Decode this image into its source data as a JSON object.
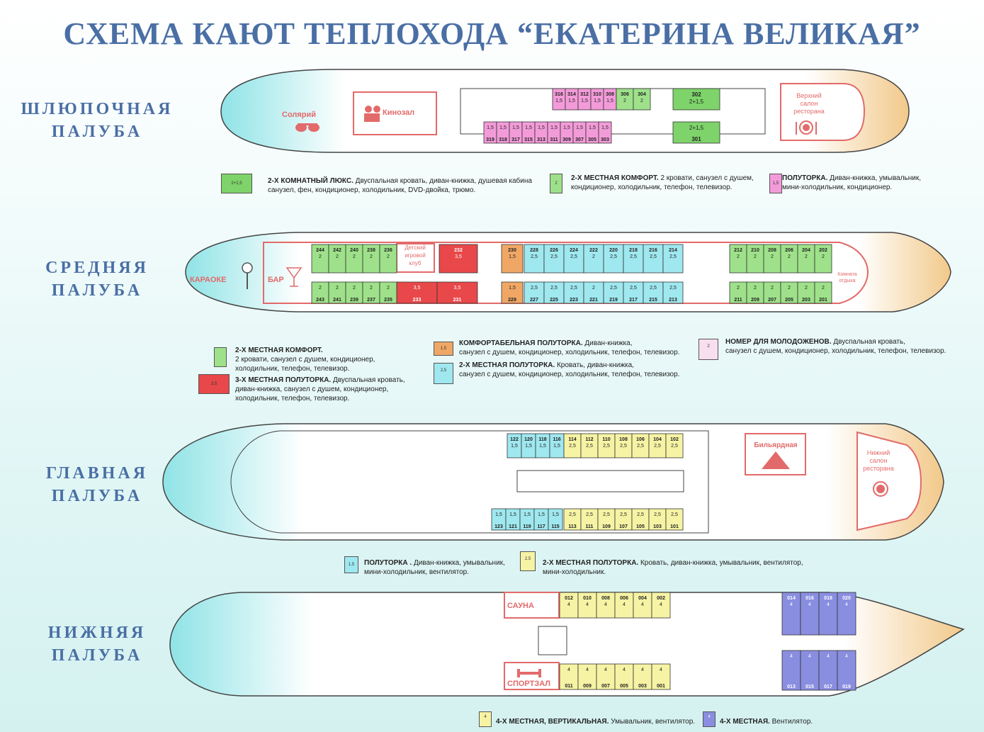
{
  "title": "СХЕМА КАЮТ ТЕПЛОХОДА “ЕКАТЕРИНА ВЕЛИКАЯ”",
  "colors": {
    "lux_green": "#7ed36a",
    "comfort_green": "#9ee18a",
    "half_pink": "#f39bd9",
    "comfort_half_orange": "#f0a765",
    "triple_red": "#e8484a",
    "half_cyan": "#9fe8ef",
    "newlywed_pink": "#f7dff0",
    "yellow": "#f6f3a4",
    "purple": "#8a8ee0",
    "hull_red": "#e36a6a",
    "hull_dark": "#333333"
  },
  "decks": {
    "boat": {
      "name_line1": "ШЛЮПОЧНАЯ",
      "name_line2": "ПАЛУБА",
      "labels": {
        "solarium": "Солярий",
        "cinema": "Кинозал",
        "salon": [
          "Верхний",
          "салон",
          "ресторана"
        ]
      },
      "top_pink": [
        [
          "316",
          "1,5"
        ],
        [
          "314",
          "1,5"
        ],
        [
          "312",
          "1,5"
        ],
        [
          "310",
          "1,5"
        ],
        [
          "308",
          "1,5"
        ]
      ],
      "bottom_pink": [
        [
          "319",
          "1,5"
        ],
        [
          "318",
          "1,5"
        ],
        [
          "317",
          "1,5"
        ],
        [
          "315",
          "1,5"
        ],
        [
          "313",
          "1,5"
        ],
        [
          "311",
          "1,5"
        ],
        [
          "309",
          "1,5"
        ],
        [
          "307",
          "1,5"
        ],
        [
          "305",
          "1,5"
        ],
        [
          "303",
          "1,5"
        ]
      ],
      "comfort": [
        [
          "306",
          "2"
        ],
        [
          "304",
          "2"
        ]
      ],
      "lux": [
        [
          "302",
          "2+1,5"
        ],
        [
          "301",
          "2+1,5"
        ]
      ],
      "legend": {
        "lux_swatch": "2+1,5",
        "lux_bold": "2-Х КОМНАТНЫЙ ЛЮКС.",
        "lux_text": "Двуспальная кровать, диван-книжка, душевая кабина",
        "lux_text2": "санузел, фен, кондиционер, холодильник,  DVD-двойка, трюмо.",
        "comfort_swatch": "2",
        "comfort_bold": "2-Х МЕСТНАЯ КОМФОРТ.",
        "comfort_text": "2 кровати, санузел с душем,",
        "comfort_text2": "кондиционер, холодильник, телефон, телевизор.",
        "half_swatch": "1,5",
        "half_bold": "ПОЛУТОРКА.",
        "half_text": "Диван-книжка, умывальник,",
        "half_text2": "мини-холодильник, кондиционер."
      }
    },
    "middle": {
      "name_line1": "СРЕДНЯЯ",
      "name_line2": "ПАЛУБА",
      "labels": {
        "karaoke": "КАРАОКЕ",
        "bar": "БАР",
        "club": [
          "Детский",
          "игровой",
          "клуб"
        ],
        "rest": [
          "Комната",
          "отдыха"
        ]
      },
      "top_left": [
        [
          "244",
          "2"
        ],
        [
          "242",
          "2"
        ],
        [
          "240",
          "2"
        ],
        [
          "238",
          "2"
        ],
        [
          "236",
          "2"
        ]
      ],
      "bottom_left": [
        [
          "243",
          "2"
        ],
        [
          "241",
          "2"
        ],
        [
          "239",
          "2"
        ],
        [
          "237",
          "2"
        ],
        [
          "235",
          "2"
        ]
      ],
      "red_top": [
        "232",
        "3,5"
      ],
      "red_bottom": [
        [
          "233",
          "3,5"
        ],
        [
          "231",
          "3,5"
        ]
      ],
      "orange_top": [
        "230",
        "1,5"
      ],
      "orange_bottom": [
        "229",
        "1,5"
      ],
      "cyan_top": [
        [
          "228",
          "2,5"
        ],
        [
          "226",
          "2,5"
        ],
        [
          "224",
          "2,5"
        ],
        [
          "222",
          "2"
        ],
        [
          "220",
          "2,5"
        ],
        [
          "218",
          "2,5"
        ],
        [
          "216",
          "2,5"
        ],
        [
          "214",
          "2,5"
        ]
      ],
      "cyan_bottom": [
        [
          "227",
          "2,5"
        ],
        [
          "225",
          "2,5"
        ],
        [
          "223",
          "2,5"
        ],
        [
          "221",
          "2"
        ],
        [
          "219",
          "2,5"
        ],
        [
          "217",
          "2,5"
        ],
        [
          "215",
          "2,5"
        ],
        [
          "213",
          "2,5"
        ]
      ],
      "top_right": [
        [
          "212",
          "2"
        ],
        [
          "210",
          "2"
        ],
        [
          "208",
          "2"
        ],
        [
          "206",
          "2"
        ],
        [
          "204",
          "2"
        ],
        [
          "202",
          "2"
        ]
      ],
      "bottom_right": [
        [
          "211",
          "2"
        ],
        [
          "209",
          "2"
        ],
        [
          "207",
          "2"
        ],
        [
          "205",
          "2"
        ],
        [
          "203",
          "2"
        ],
        [
          "201",
          "2"
        ]
      ],
      "legend": {
        "comfort_bold": "2-Х МЕСТНАЯ КОМФОРТ.",
        "comfort_text": "2 кровати, санузел с душем, кондиционер,",
        "comfort_text2": "холодильник, телефон, телевизор.",
        "triple_swatch": "3,5",
        "triple_bold": "3-Х МЕСТНАЯ ПОЛУТОРКА.",
        "triple_text": "Двуспальная кровать,",
        "triple_text2": "диван-книжка, санузел с душем, кондиционер,",
        "triple_text3": "холодильник, телефон, телевизор.",
        "chalf_swatch": "1,5",
        "chalf_bold": "КОМФОРТАБЕЛЬНАЯ ПОЛУТОРКА.",
        "chalf_text": "Диван-книжка,",
        "chalf_text2": "санузел с душем, кондиционер, холодильник, телефон,  телевизор.",
        "dhalf_swatch": "2,5",
        "dhalf_bold": "2-Х МЕСТНАЯ ПОЛУТОРКА.",
        "dhalf_text": "Кровать, диван-книжка,",
        "dhalf_text2": "санузел с душем, кондиционер, холодильник, телефон, телевизор.",
        "newlywed_swatch": "2",
        "newlywed_bold": "НОМЕР ДЛЯ МОЛОДОЖЕНОВ.",
        "newlywed_text": "Двуспальная кровать,",
        "newlywed_text2": "санузел с душем, кондиционер, холодильник, телефон, телевизор."
      }
    },
    "main": {
      "name_line1": "ГЛАВНАЯ",
      "name_line2": "ПАЛУБА",
      "labels": {
        "billiard": "Бильярдная",
        "salon": [
          "Нижний",
          "салон",
          "ресторана"
        ]
      },
      "top_cyan": [
        [
          "122",
          "1,5"
        ],
        [
          "120",
          "1,5"
        ],
        [
          "118",
          "1,5"
        ],
        [
          "116",
          "1,5"
        ]
      ],
      "top_yellow": [
        [
          "114",
          "2,5"
        ],
        [
          "112",
          "2,5"
        ],
        [
          "110",
          "2,5"
        ],
        [
          "108",
          "2,5"
        ],
        [
          "106",
          "2,5"
        ],
        [
          "104",
          "2,5"
        ],
        [
          "102",
          "2,5"
        ]
      ],
      "bottom_cyan": [
        [
          "123",
          "1,5"
        ],
        [
          "121",
          "1,5"
        ],
        [
          "119",
          "1,5"
        ],
        [
          "117",
          "1,5"
        ],
        [
          "115",
          "1,5"
        ]
      ],
      "bottom_yellow": [
        [
          "113",
          "2,5"
        ],
        [
          "111",
          "2,5"
        ],
        [
          "109",
          "2,5"
        ],
        [
          "107",
          "2,5"
        ],
        [
          "105",
          "2,5"
        ],
        [
          "103",
          "2,5"
        ],
        [
          "101",
          "2,5"
        ]
      ],
      "legend": {
        "half_swatch": "1,5",
        "half_bold": "ПОЛУТОРКА .",
        "half_text": "Диван-книжка, умывальник,",
        "half_text2": "мини-холодильник, вентилятор.",
        "dhalf_swatch": "2,5",
        "dhalf_bold": "2-Х МЕСТНАЯ ПОЛУТОРКА.",
        "dhalf_text": "Кровать, диван-книжка, умывальник, вентилятор,",
        "dhalf_text2": "мини-холодильник."
      }
    },
    "lower": {
      "name_line1": "НИЖНЯЯ",
      "name_line2": "ПАЛУБА",
      "labels": {
        "sauna": "САУНА",
        "gym": "СПОРТЗАЛ"
      },
      "top_yellow": [
        [
          "012",
          "4"
        ],
        [
          "010",
          "4"
        ],
        [
          "008",
          "4"
        ],
        [
          "006",
          "4"
        ],
        [
          "004",
          "4"
        ],
        [
          "002",
          "4"
        ]
      ],
      "bottom_yellow": [
        [
          "011",
          "4"
        ],
        [
          "009",
          "4"
        ],
        [
          "007",
          "4"
        ],
        [
          "005",
          "4"
        ],
        [
          "003",
          "4"
        ],
        [
          "001",
          "4"
        ]
      ],
      "top_purple": [
        [
          "014",
          "4"
        ],
        [
          "016",
          "4"
        ],
        [
          "018",
          "4"
        ],
        [
          "020",
          "4"
        ]
      ],
      "bottom_purple": [
        [
          "013",
          "4"
        ],
        [
          "015",
          "4"
        ],
        [
          "017",
          "4"
        ],
        [
          "019",
          "4"
        ]
      ],
      "legend": {
        "v4_swatch": "4",
        "v4_bold": "4-Х МЕСТНАЯ, ВЕРТИКАЛЬНАЯ.",
        "v4_text": "Умывальник, вентилятор.",
        "p4_swatch": "4",
        "p4_bold": "4-Х МЕСТНАЯ.",
        "p4_text": "Вентилятор."
      }
    }
  }
}
